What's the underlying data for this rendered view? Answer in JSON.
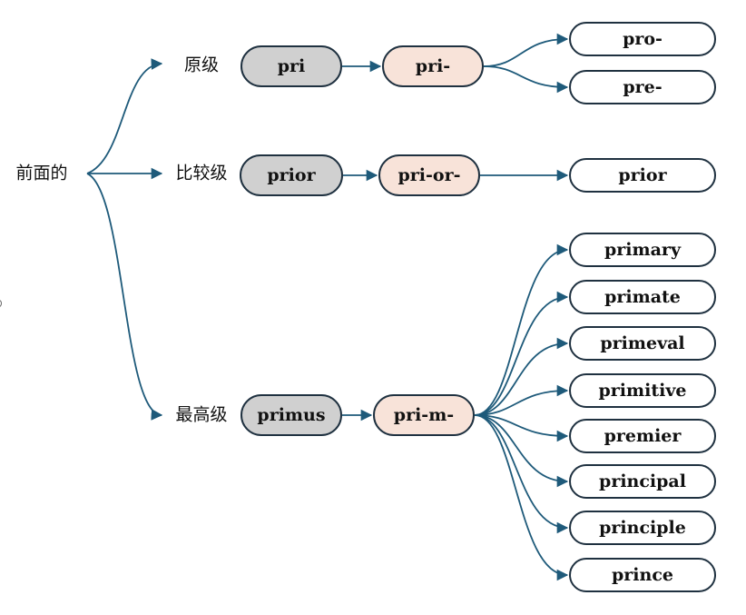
{
  "root": {
    "label": "前面的"
  },
  "branches": [
    {
      "degree": "原级",
      "stem": "pri",
      "form": "pri-",
      "words": [
        "pro-",
        "pre-"
      ]
    },
    {
      "degree": "比较级",
      "stem": "prior",
      "form": "pri-or-",
      "words": [
        "prior"
      ]
    },
    {
      "degree": "最高级",
      "stem": "primus",
      "form": "pri-m-",
      "words": [
        "primary",
        "primate",
        "primeval",
        "primitive",
        "premier",
        "principal",
        "principle",
        "prince"
      ]
    }
  ],
  "colors": {
    "connector": "#1e5a7a",
    "node_border": "#1f3140",
    "stem_fill": "#d0d0d0",
    "form_fill": "#f8e3d9",
    "leaf_fill": "#ffffff"
  }
}
